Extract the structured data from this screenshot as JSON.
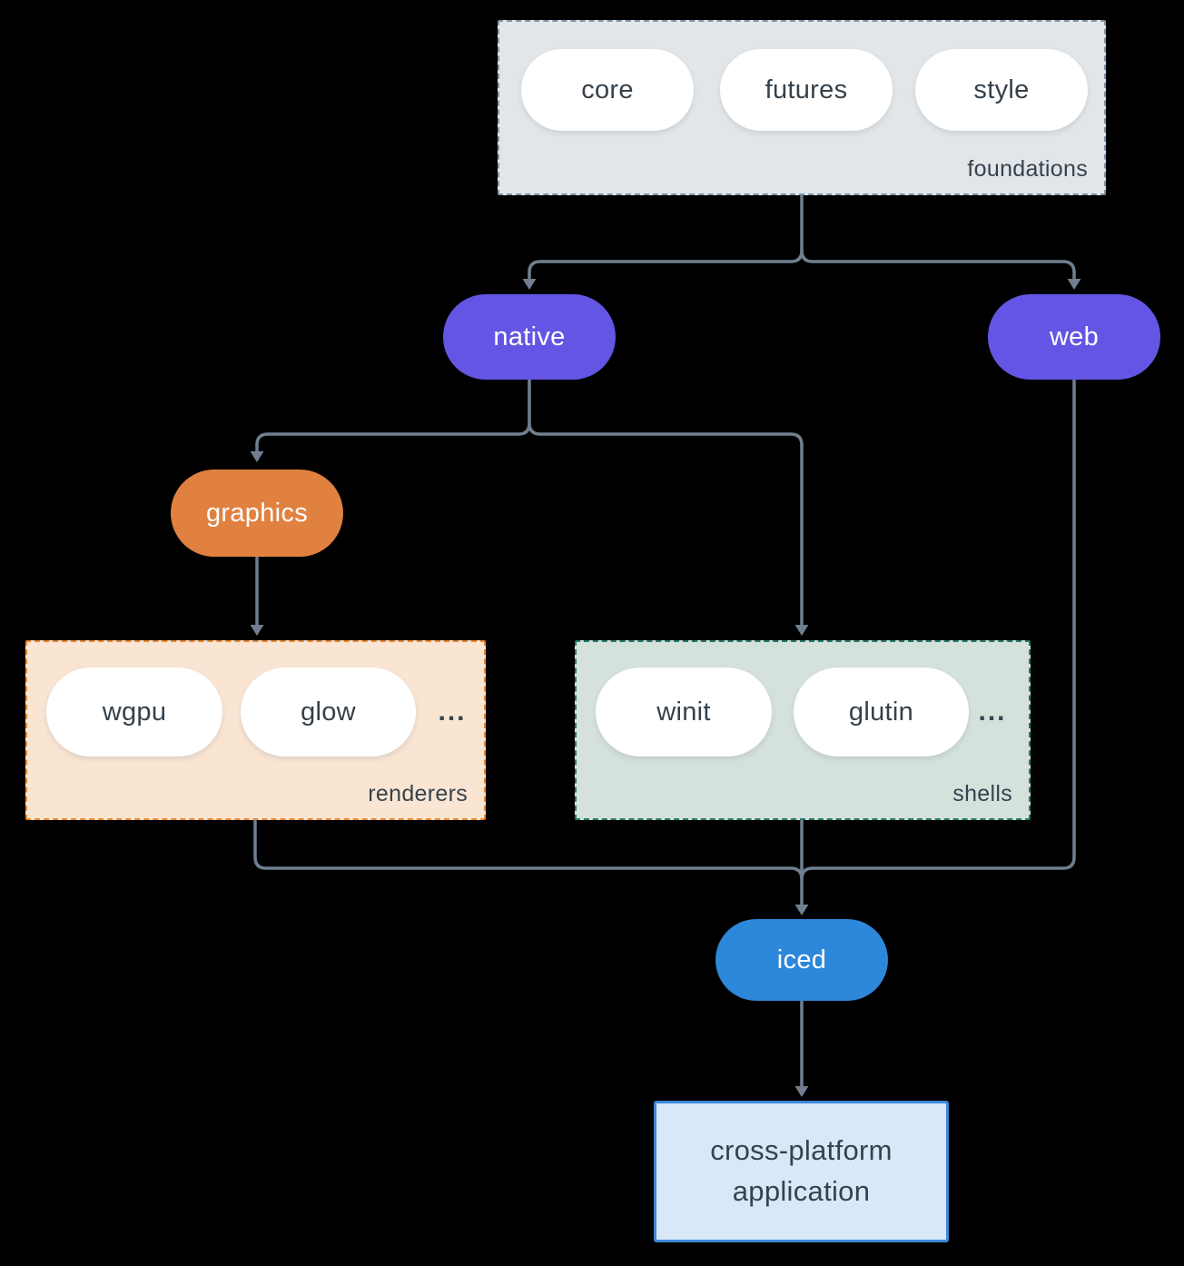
{
  "canvas": {
    "background": "#000000",
    "connector_color": "#6f7f8f"
  },
  "groups": {
    "foundations": {
      "label": "foundations",
      "fill": "#e2e6e9",
      "border": "#7e93a7",
      "pills": [
        "core",
        "futures",
        "style"
      ]
    },
    "renderers": {
      "label": "renderers",
      "fill": "#fae5d3",
      "border": "#e8862f",
      "pills": [
        "wgpu",
        "glow"
      ],
      "more": "..."
    },
    "shells": {
      "label": "shells",
      "fill": "#d5e1db",
      "border": "#227a68",
      "pills": [
        "winit",
        "glutin"
      ],
      "more": "..."
    }
  },
  "nodes": {
    "native": {
      "label": "native",
      "fill": "#6456e4"
    },
    "web": {
      "label": "web",
      "fill": "#6456e4"
    },
    "graphics": {
      "label": "graphics",
      "fill": "#e08140"
    },
    "iced": {
      "label": "iced",
      "fill": "#2d87da"
    },
    "application": {
      "lines": [
        "cross-platform",
        "application"
      ],
      "fill": "#d8e8f8",
      "border": "#3e87d9"
    }
  }
}
